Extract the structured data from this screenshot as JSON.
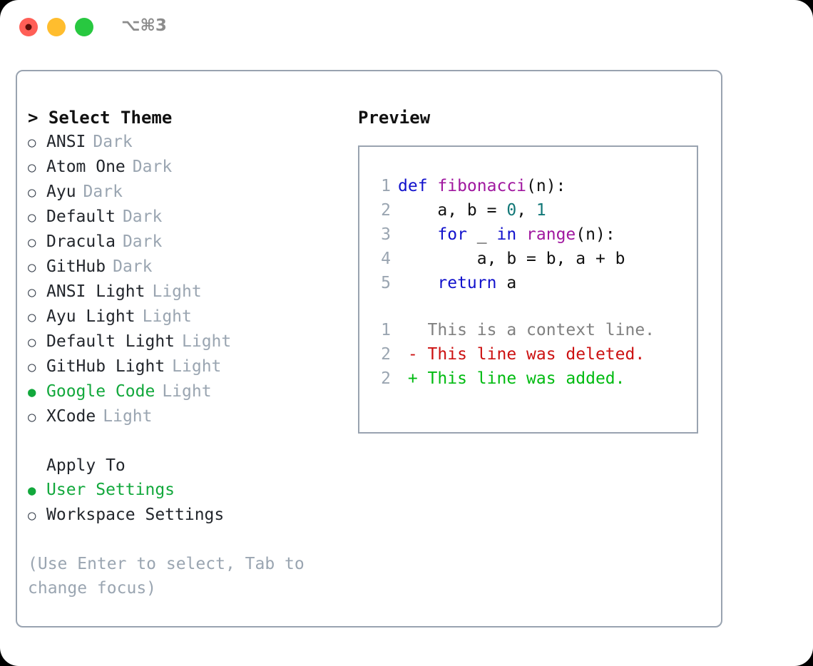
{
  "titlebar": {
    "shortcut": "⌥⌘3",
    "lights": [
      "close-red",
      "minimize-yellow",
      "maximize-green"
    ]
  },
  "theme_list": {
    "heading": "> Select Theme",
    "items": [
      {
        "bullet": "○",
        "label": "ANSI",
        "tag": "Dark",
        "selected": false
      },
      {
        "bullet": "○",
        "label": "Atom One",
        "tag": "Dark",
        "selected": false
      },
      {
        "bullet": "○",
        "label": "Ayu",
        "tag": "Dark",
        "selected": false
      },
      {
        "bullet": "○",
        "label": "Default",
        "tag": "Dark",
        "selected": false
      },
      {
        "bullet": "○",
        "label": "Dracula",
        "tag": "Dark",
        "selected": false
      },
      {
        "bullet": "○",
        "label": "GitHub",
        "tag": "Dark",
        "selected": false
      },
      {
        "bullet": "○",
        "label": "ANSI Light",
        "tag": "Light",
        "selected": false
      },
      {
        "bullet": "○",
        "label": "Ayu Light",
        "tag": "Light",
        "selected": false
      },
      {
        "bullet": "○",
        "label": "Default Light",
        "tag": "Light",
        "selected": false
      },
      {
        "bullet": "○",
        "label": "GitHub Light",
        "tag": "Light",
        "selected": false
      },
      {
        "bullet": "●",
        "label": "Google Code",
        "tag": "Light",
        "selected": true
      },
      {
        "bullet": "○",
        "label": "XCode",
        "tag": "Light",
        "selected": false
      }
    ]
  },
  "apply_to": {
    "title": "Apply To",
    "items": [
      {
        "bullet": "●",
        "label": "User Settings",
        "selected": true
      },
      {
        "bullet": "○",
        "label": "Workspace Settings",
        "selected": false
      }
    ]
  },
  "hint": "(Use Enter to select, Tab to change focus)",
  "preview": {
    "title": "Preview",
    "code_lines": [
      {
        "ln": "1",
        "tokens": [
          {
            "t": "def ",
            "c": "kw"
          },
          {
            "t": "fibonacci",
            "c": "fn"
          },
          {
            "t": "(n):",
            "c": "pl"
          }
        ]
      },
      {
        "ln": "2",
        "tokens": [
          {
            "t": "    a, b = ",
            "c": "pl"
          },
          {
            "t": "0",
            "c": "num"
          },
          {
            "t": ", ",
            "c": "pl"
          },
          {
            "t": "1",
            "c": "num"
          }
        ]
      },
      {
        "ln": "3",
        "tokens": [
          {
            "t": "    ",
            "c": "pl"
          },
          {
            "t": "for",
            "c": "kw"
          },
          {
            "t": " _ ",
            "c": "pl"
          },
          {
            "t": "in",
            "c": "kw"
          },
          {
            "t": " ",
            "c": "pl"
          },
          {
            "t": "range",
            "c": "fn"
          },
          {
            "t": "(n):",
            "c": "pl"
          }
        ]
      },
      {
        "ln": "4",
        "tokens": [
          {
            "t": "        a, b = b, a + b",
            "c": "pl"
          }
        ]
      },
      {
        "ln": "5",
        "tokens": [
          {
            "t": "    ",
            "c": "pl"
          },
          {
            "t": "return",
            "c": "kw"
          },
          {
            "t": " a",
            "c": "pl"
          }
        ]
      }
    ],
    "diff_lines": [
      {
        "ln": "1",
        "text": "   This is a context line.",
        "kind": "ctx"
      },
      {
        "ln": "2",
        "text": " - This line was deleted.",
        "kind": "del"
      },
      {
        "ln": "2",
        "text": " + This line was added.",
        "kind": "add"
      }
    ]
  },
  "colors": {
    "accent_green": "#12a83c",
    "border": "#99a3b0",
    "muted": "#9aa5b1",
    "keyword": "#1111cc",
    "function": "#a0179f",
    "number": "#117777",
    "diff_del": "#cc1111",
    "diff_add": "#00bb11"
  }
}
